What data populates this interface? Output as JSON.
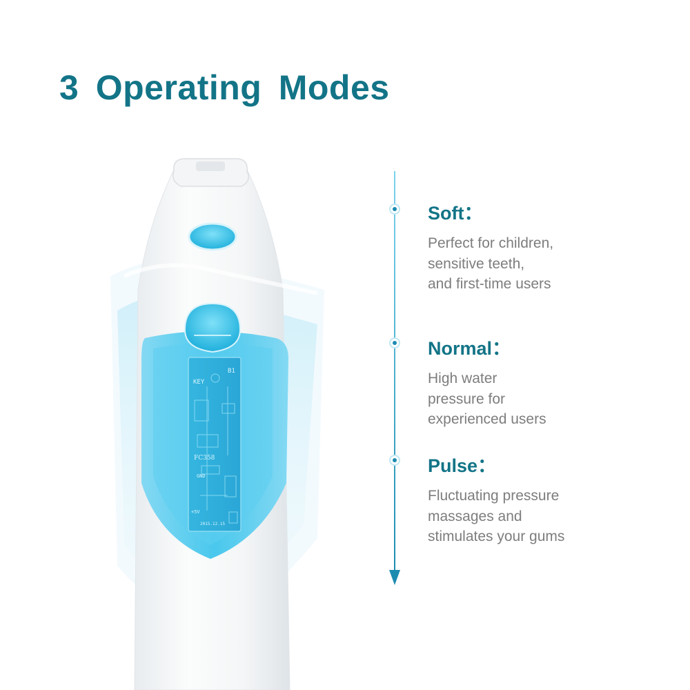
{
  "title": "3 Operating Modes",
  "colors": {
    "accent": "#1c8bb0",
    "heading": "#137487",
    "body_text": "#7d7d7d",
    "water": "#3bc4ea"
  },
  "modes": [
    {
      "name": "Soft：",
      "lines": [
        "Perfect for children,",
        "sensitive teeth,",
        "and first-time users"
      ]
    },
    {
      "name": "Normal：",
      "lines": [
        "High water",
        "pressure for",
        "experienced users"
      ]
    },
    {
      "name": "Pulse：",
      "lines": [
        "Fluctuating pressure",
        "massages and",
        "stimulates your gums"
      ]
    }
  ],
  "board_text": {
    "key": "KEY",
    "model": "FC358",
    "gnd": "GND",
    "v5": "+5V",
    "date": "2015.12.15",
    "b1": "B1"
  },
  "icons": [
    "timeline-dot-icon",
    "timeline-arrow-icon"
  ]
}
